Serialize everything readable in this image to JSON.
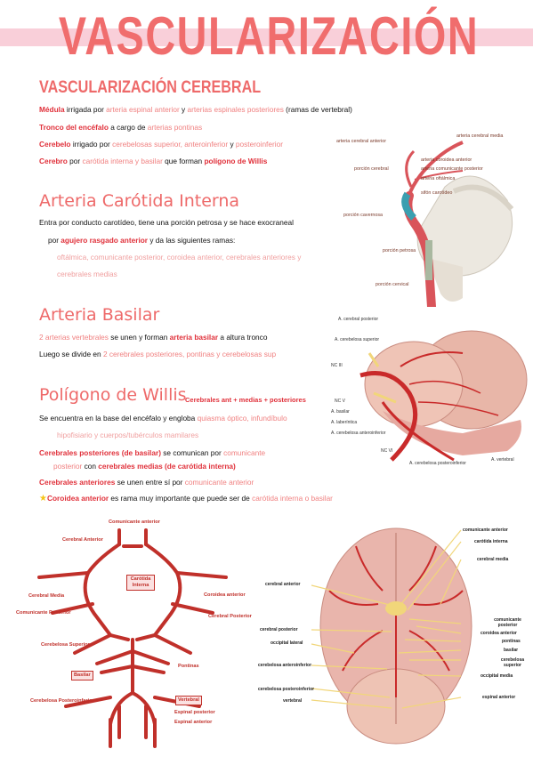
{
  "title": "VASCULARIZACIÓN",
  "sections": {
    "cerebral": {
      "heading": "VASCULARIZACIÓN CEREBRAL",
      "line1": {
        "a": "Médula",
        "b": " irrigada por ",
        "c": "arteria espinal anterior",
        "d": " y ",
        "e": "arterias espinales posteriores",
        "f": " (ramas de vertebral)"
      },
      "line2": {
        "a": "Tronco del encéfalo",
        "b": " a cargo de ",
        "c": "arterias pontinas"
      },
      "line3": {
        "a": "Cerebelo",
        "b": " irrigado por ",
        "c": "cerebelosas superior, anteroinferior",
        "d": " y ",
        "e": "posteroinferior"
      },
      "line4": {
        "a": "Cerebro",
        "b": " por ",
        "c": "carótida interna y basilar",
        "d": " que forman ",
        "e": "polígono de Willis"
      }
    },
    "carotida": {
      "heading": "Arteria Carótida Interna",
      "line1": "Entra por conducto carotídeo, tiene una porción petrosa y se hace exocraneal",
      "line2": {
        "a": "por ",
        "b": "agujero rasgado anterior",
        "c": " y da las siguientes ramas:"
      },
      "line3": "oftálmica, comunicante posterior, coroidea anterior, cerebrales anteriores y",
      "line4": "cerebrales medias"
    },
    "basilar": {
      "heading": "Arteria Basilar",
      "line1": {
        "a": "2 arterias vertebrales",
        "b": " se unen y forman ",
        "c": "arteria basilar",
        "d": " a altura tronco"
      },
      "line2": {
        "a": "Luego se divide en ",
        "b": "2 cerebrales posteriores, pontinas y cerebelosas sup"
      }
    },
    "willis": {
      "heading": "Polígono de Willis",
      "tag": "Cerebrales ant + medias + posteriores",
      "line1": {
        "a": "Se encuentra en la base del encéfalo y engloba ",
        "b": "quiasma óptico, infundíbulo"
      },
      "line2": "hipofisiario y cuerpos/tubérculos mamilares",
      "line3": {
        "a": "Cerebrales posteriores (de basilar)",
        "b": " se comunican por ",
        "c": "comunicante"
      },
      "line4": {
        "a": "posterior",
        "b": " con ",
        "c": "cerebrales medias (de carótida interna)"
      },
      "line5": {
        "a": "Cerebrales anteriores",
        "b": " se unen entre sí por ",
        "c": "comunicante anterior"
      },
      "line6": {
        "a": "Coroidea anterior",
        "b": " es rama muy importante que puede ser de ",
        "c": "carótida interna o basilar"
      }
    }
  },
  "fig_carotid": {
    "labels": [
      "arteria cerebral media",
      "arteria cerebral anterior",
      "arteria coroidea anterior",
      "porción cerebral",
      "arteria comunicante posterior",
      "arteria oftálmica",
      "sifón carotídeo",
      "porción cavernosa",
      "porción petrosa",
      "porción cervical"
    ]
  },
  "fig_basilar": {
    "labels": [
      "A. cerebral posterior",
      "A. cerebelosa superior",
      "NC III",
      "NC V",
      "A. basilar",
      "A. laberíntica",
      "A. cerebelosa anteroinferior",
      "NC VI",
      "A. vertebral",
      "A. cerebelosa posteroinferior"
    ]
  },
  "fig_willis": {
    "labels": {
      "comunicante_anterior": "Comunicante anterior",
      "cerebral_anterior": "Cerebral Anterior",
      "carotida_interna": "Carótida Interna",
      "cerebral_media": "Cerebral Media",
      "coroidea_anterior": "Coroidea anterior",
      "comunicante_posterior": "Comunicante Posterior",
      "cerebral_posterior": "Cerebral Posterior",
      "cerebelosa_superior": "Cerebelosa Superior",
      "pontinas": "Pontinas",
      "basilar": "Basilar",
      "cerebelosa_posteroinferior": "Cerebelosa Posteroinferior",
      "vertebral": "Vertebral",
      "espinal_posterior": "Espinal posterior",
      "espinal_anterior": "Espinal anterior"
    }
  },
  "fig_brain": {
    "left": [
      "cerebral anterior",
      "cerebral posterior",
      "occipital lateral",
      "cerebelosa anteroinferior",
      "cerebelosa posteroinferior",
      "vertebral"
    ],
    "right": [
      "comunicante anterior",
      "carótida interna",
      "cerebral media",
      "comunicante posterior",
      "coroidea anterior",
      "pontinas",
      "basilar",
      "cerebelosa superior",
      "occipital media",
      "espinal anterior"
    ]
  },
  "colors": {
    "accent": "#ee6a6a",
    "band": "#f9cfd9",
    "emphasis": "#e0303a",
    "artery": "#c0302a"
  }
}
